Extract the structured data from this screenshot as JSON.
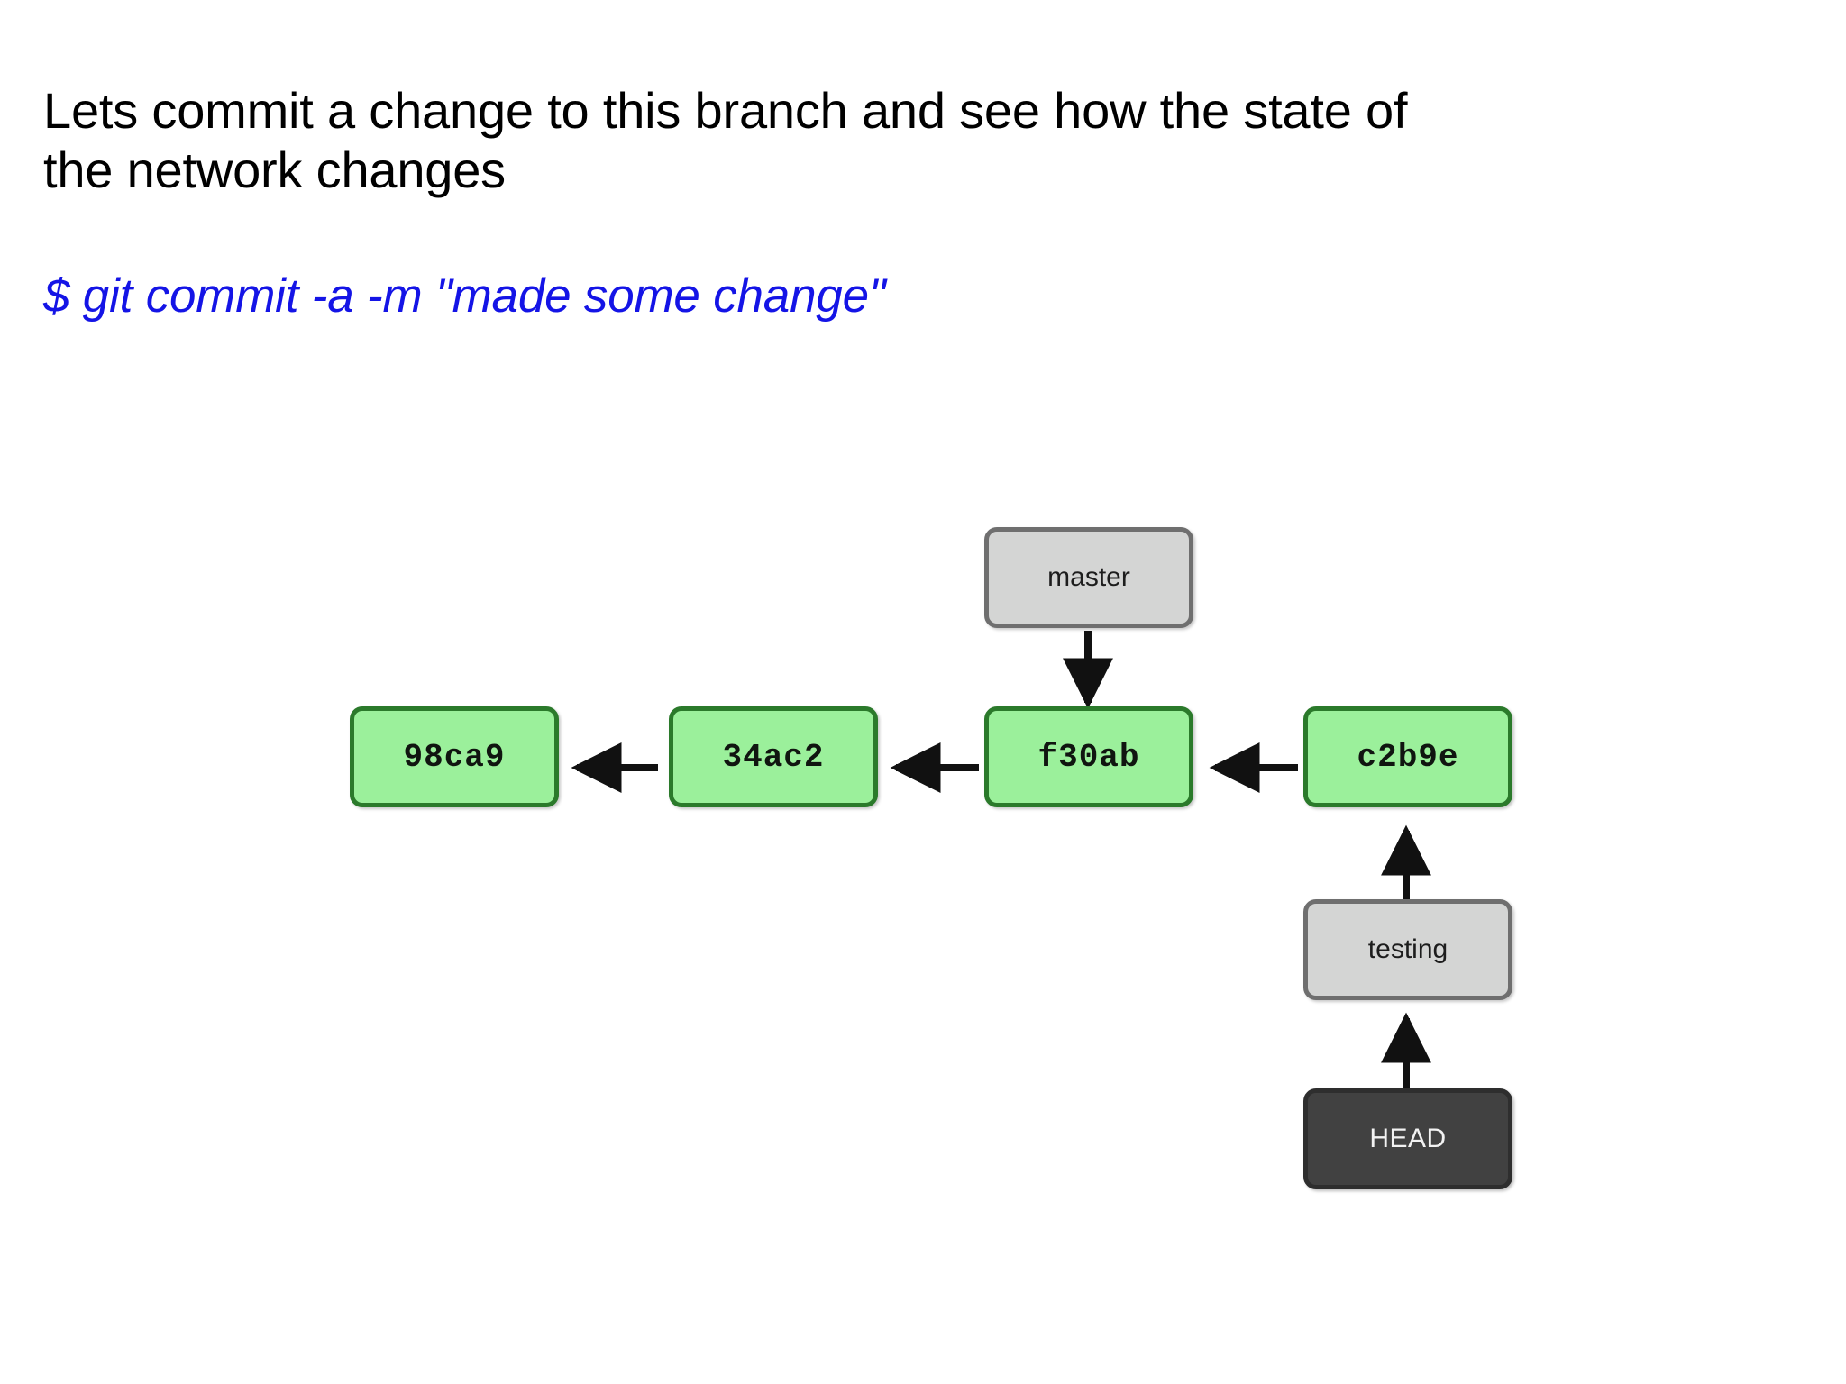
{
  "slide": {
    "headline": "Lets commit a change to this branch and see how the state of\nthe network changes",
    "command": "$ git commit -a -m \"made some change\"",
    "command_color": "#1414E6",
    "background_color": "#FFFFFF"
  },
  "diagram": {
    "type": "git-commit-graph",
    "commit_fill": "#9BF09B",
    "commit_border": "#2B7A2B",
    "branch_fill": "#D4D5D4",
    "branch_border": "#6F6F6F",
    "head_fill": "#414141",
    "head_text_color": "#F2F2F2",
    "arrow_color": "#111111",
    "commits": [
      {
        "id": "98ca9",
        "label": "98ca9"
      },
      {
        "id": "34ac2",
        "label": "34ac2"
      },
      {
        "id": "f30ab",
        "label": "f30ab"
      },
      {
        "id": "c2b9e",
        "label": "c2b9e"
      }
    ],
    "branches": [
      {
        "id": "master",
        "label": "master",
        "points_to": "f30ab"
      },
      {
        "id": "testing",
        "label": "testing",
        "points_to": "c2b9e"
      }
    ],
    "head": {
      "label": "HEAD",
      "points_to": "testing"
    },
    "edges": [
      {
        "from": "34ac2",
        "to": "98ca9",
        "direction": "left"
      },
      {
        "from": "f30ab",
        "to": "34ac2",
        "direction": "left"
      },
      {
        "from": "c2b9e",
        "to": "f30ab",
        "direction": "left"
      },
      {
        "from": "master",
        "to": "f30ab",
        "direction": "down"
      },
      {
        "from": "testing",
        "to": "c2b9e",
        "direction": "up"
      },
      {
        "from": "HEAD",
        "to": "testing",
        "direction": "up"
      }
    ]
  }
}
